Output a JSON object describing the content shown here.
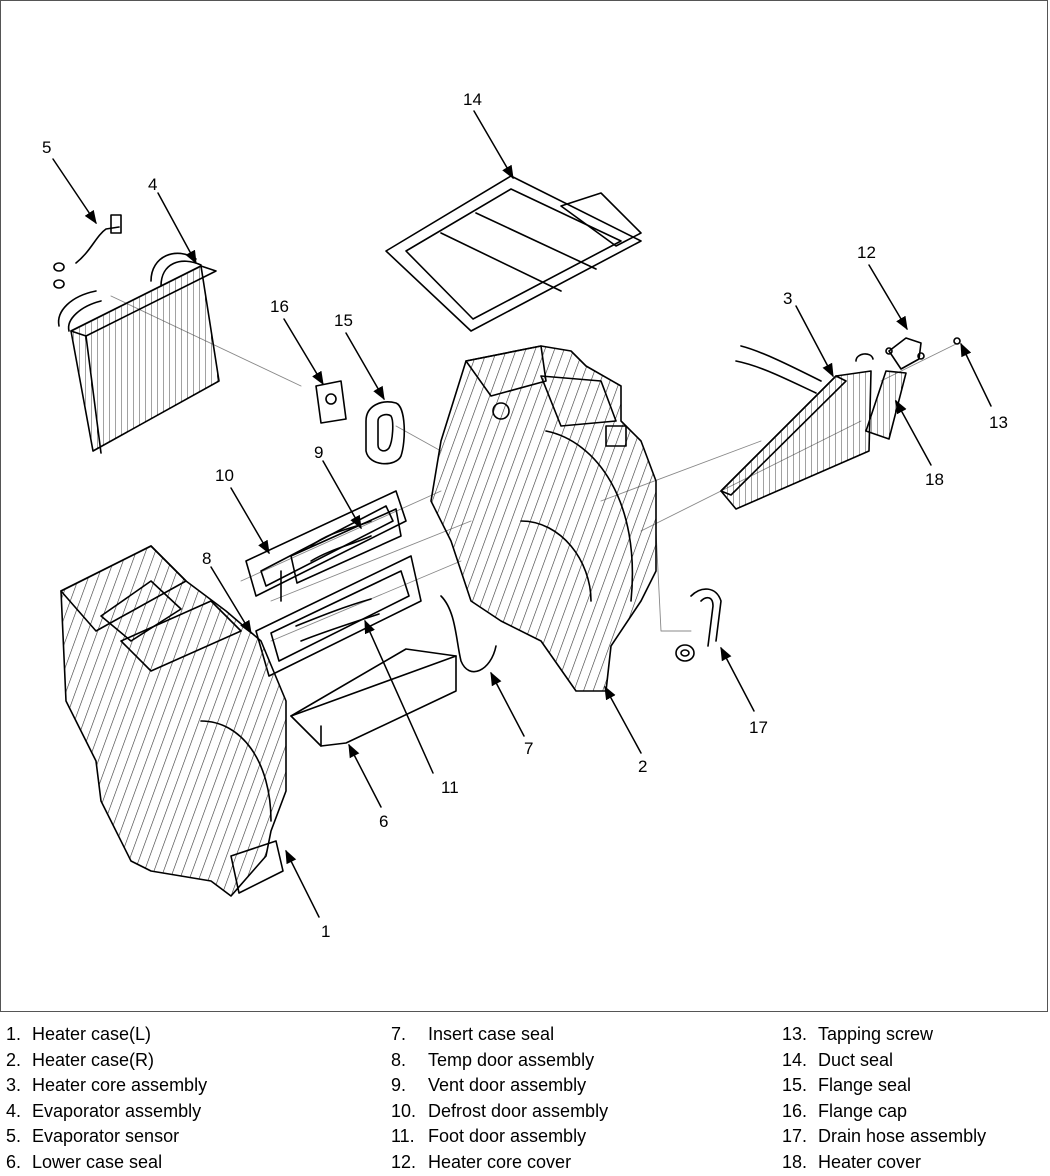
{
  "callouts": [
    "1",
    "2",
    "3",
    "4",
    "5",
    "6",
    "7",
    "8",
    "9",
    "10",
    "11",
    "12",
    "13",
    "14",
    "15",
    "16",
    "17",
    "18"
  ],
  "legend": [
    [
      {
        "num": "1.",
        "label": "Heater case(L)"
      },
      {
        "num": "2.",
        "label": "Heater case(R)"
      },
      {
        "num": "3.",
        "label": "Heater core assembly"
      },
      {
        "num": "4.",
        "label": "Evaporator assembly"
      },
      {
        "num": "5.",
        "label": "Evaporator sensor"
      },
      {
        "num": "6.",
        "label": "Lower case seal"
      }
    ],
    [
      {
        "num": "7.",
        "label": "Insert case seal"
      },
      {
        "num": "8.",
        "label": "Temp door assembly"
      },
      {
        "num": "9.",
        "label": "Vent door assembly"
      },
      {
        "num": "10.",
        "label": "Defrost door assembly"
      },
      {
        "num": "11.",
        "label": "Foot door assembly"
      },
      {
        "num": "12.",
        "label": "Heater core cover"
      }
    ],
    [
      {
        "num": "13.",
        "label": "Tapping screw"
      },
      {
        "num": "14.",
        "label": "Duct seal"
      },
      {
        "num": "15.",
        "label": "Flange seal"
      },
      {
        "num": "16.",
        "label": "Flange cap"
      },
      {
        "num": "17.",
        "label": "Drain hose assembly"
      },
      {
        "num": "18.",
        "label": "Heater cover"
      }
    ]
  ],
  "colors": {
    "line": "#000000",
    "frame": "#555555",
    "guide": "#888888"
  }
}
